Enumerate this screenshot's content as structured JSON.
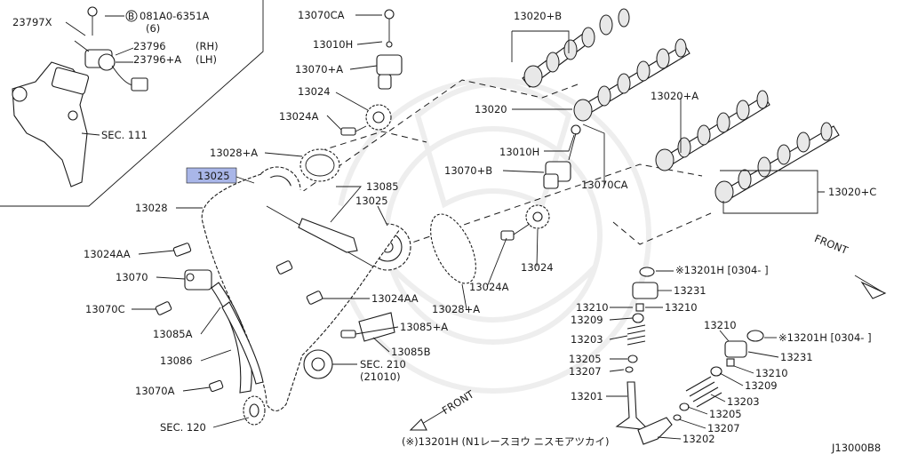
{
  "diagram_id": "J13000B8",
  "highlight_color": "#a9b6e8",
  "labels": {
    "p23797x": "23797X",
    "bolt_code": "B",
    "bolt_part": "081A0-6351A",
    "bolt_qty": "(6)",
    "p23796_num": "23796",
    "p23796_side": "(RH)",
    "p23796a_num": "23796+A",
    "p23796a_side": "(LH)",
    "sec111": "SEC. 111",
    "p13070ca_top": "13070CA",
    "p13010h_top": "13010H",
    "p13070a": "13070+A",
    "p13024_top": "13024",
    "p13024a_top": "13024A",
    "p13028a_top": "13028+A",
    "p13025_hl": "13025",
    "p13028": "13028",
    "p13085": "13085",
    "p13025": "13025",
    "p13024aa_1": "13024AA",
    "p13070": "13070",
    "p13070c": "13070C",
    "p13085a": "13085A",
    "p13086": "13086",
    "p13070a_bot": "13070A",
    "sec120": "SEC. 120",
    "p13024aa_2": "13024AA",
    "p13085b_plus": "13085+A",
    "p13085b": "13085B",
    "sec210": "SEC. 210",
    "sec210_sub": "(21010)",
    "front_lower": "FRONT",
    "footnote": "(※)13201H (N1レースヨウ ニスモアツカイ)",
    "p13028a_mid": "13028+A",
    "p13024a_mid": "13024A",
    "p13024_mid": "13024",
    "p13020b": "13020+B",
    "p13020": "13020",
    "p13020a": "13020+A",
    "p13010h_mid": "13010H",
    "p13070b": "13070+B",
    "p13070ca_mid": "13070CA",
    "p13020c": "13020+C",
    "front_right": "FRONT",
    "p13201h_1": "※13201H [0304-  ]",
    "p13231_1": "13231",
    "p13210_l": "13210",
    "p13210_r": "13210",
    "p13209": "13209",
    "p13203": "13203",
    "p13205": "13205",
    "p13207": "13207",
    "p13201": "13201",
    "p13210_top": "13210",
    "p13201h_2": "※13201H [0304-  ]",
    "p13231_2": "13231",
    "p13210_2": "13210",
    "p13209_2": "13209",
    "p13203_2": "13203",
    "p13205_2": "13205",
    "p13207_2": "13207",
    "p13202": "13202"
  }
}
